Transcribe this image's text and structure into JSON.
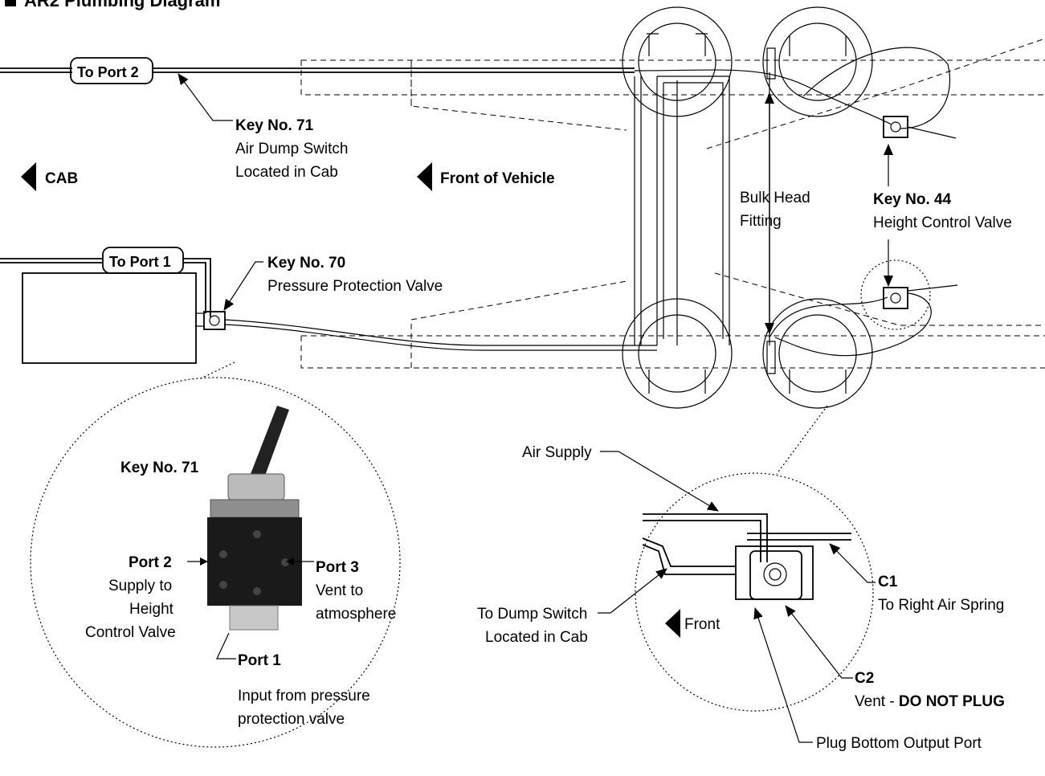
{
  "title": "AR2 Plumbing Diagram",
  "directions": {
    "cab": "CAB",
    "front_of_vehicle": "Front of Vehicle",
    "front": "Front"
  },
  "ports_boxes": {
    "to_port_2": "To Port 2",
    "to_port_1": "To Port 1"
  },
  "callouts": {
    "key71_title": "Key No. 71",
    "key71_line1": "Air Dump Switch",
    "key71_line2": "Located in Cab",
    "key70_title": "Key No. 70",
    "key70_line1": "Pressure Protection Valve",
    "key44_title": "Key No. 44",
    "key44_line1": "Height Control Valve",
    "bulk_line1": "Bulk Head",
    "bulk_line2": "Fitting"
  },
  "switch_detail": {
    "key_title": "Key No. 71",
    "port2_title": "Port 2",
    "port2_l1": "Supply to",
    "port2_l2": "Height",
    "port2_l3": "Control Valve",
    "port3_title": "Port 3",
    "port3_l1": "Vent to",
    "port3_l2": "atmosphere",
    "port1_title": "Port 1",
    "port1_l1": "Input from pressure",
    "port1_l2": "protection valve"
  },
  "valve_detail": {
    "air_supply": "Air Supply",
    "dump_l1": "To Dump Switch",
    "dump_l2": "Located in Cab",
    "c1_title": "C1",
    "c1_desc": "To Right Air Spring",
    "c2_title": "C2",
    "c2_desc_a": "Vent - ",
    "c2_desc_b": "DO NOT PLUG",
    "plug": "Plug Bottom Output Port"
  }
}
